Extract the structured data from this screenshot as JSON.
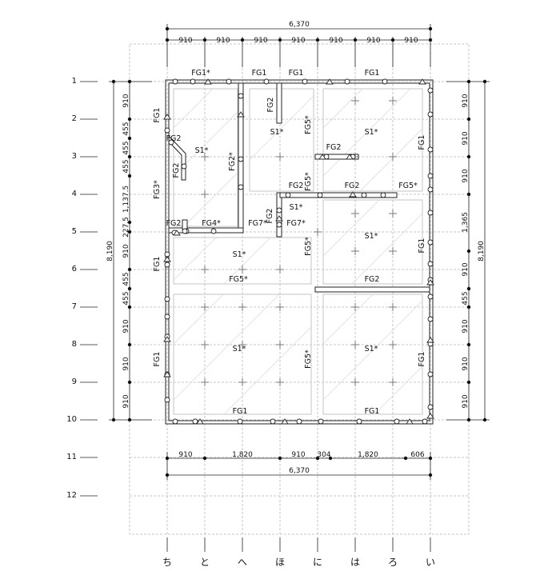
{
  "dimensions": {
    "top_total": "6,370",
    "top_segments": [
      "910",
      "910",
      "910",
      "910",
      "910",
      "910",
      "910"
    ],
    "bottom_segments": [
      "910",
      "1,820",
      "910",
      "304",
      "1,820",
      "606"
    ],
    "bottom_total": "6,370",
    "left_total": "8,190",
    "right_total": "8,190",
    "left_segments": [
      "910",
      "455",
      "455",
      "455",
      "1,137.5",
      "227.5",
      "910",
      "455",
      "455",
      "910",
      "910",
      "910"
    ],
    "right_segments": [
      "910",
      "910",
      "910",
      "1,365",
      "910",
      "455",
      "910",
      "910",
      "910"
    ]
  },
  "row_labels": [
    "1",
    "2",
    "3",
    "4",
    "5",
    "6",
    "7",
    "8",
    "9",
    "10",
    "11",
    "12"
  ],
  "column_labels": [
    "ち",
    "と",
    "へ",
    "ほ",
    "に",
    "は",
    "ろ",
    "い"
  ],
  "beam_labels": {
    "fg1_top_left": "FG1*",
    "fg1_top_mid1": "FG1",
    "fg1_top_mid2": "FG1",
    "fg1_top_right": "FG1",
    "fg1_left_upper": "FG1",
    "fg1_left_mid": "FG1",
    "fg1_left_lower": "FG1",
    "fg1_right_upper": "FG1",
    "fg1_right_mid": "FG1",
    "fg1_right_lower": "FG1",
    "fg1_bottom_left": "FG1",
    "fg1_bottom_right": "FG1",
    "fg2_diag": "FG2",
    "fg2_vert_left": "FG2",
    "fg2_star_mid": "FG2*",
    "fg2_short_top": "FG2",
    "fg2_short_right": "FG2",
    "fg2_row4_left": "FG2",
    "fg2_row4_right": "FG2",
    "fg2_vert_center": "FG2",
    "fg2_small_left": "FG2",
    "fg2_row6_right": "FG2",
    "fg3_left": "FG3*",
    "fg4": "FG4*",
    "fg5_upper": "FG5*",
    "fg5_row4_mid": "FG5*",
    "fg5_row4_right": "FG5*",
    "fg5_mid": "FG5*",
    "fg5_row6": "FG5*",
    "fg5_lower": "FG5*",
    "fg7_left": "FG7*",
    "fg7_right": "FG7*"
  },
  "slab_labels": {
    "s1_a": "S1*",
    "s1_b": "S1*",
    "s1_c": "S1*",
    "s1_d": "S1*",
    "s1_e": "S1*",
    "s1_f": "S1*",
    "s1_g": "S1*",
    "s1_h": "S1*"
  }
}
